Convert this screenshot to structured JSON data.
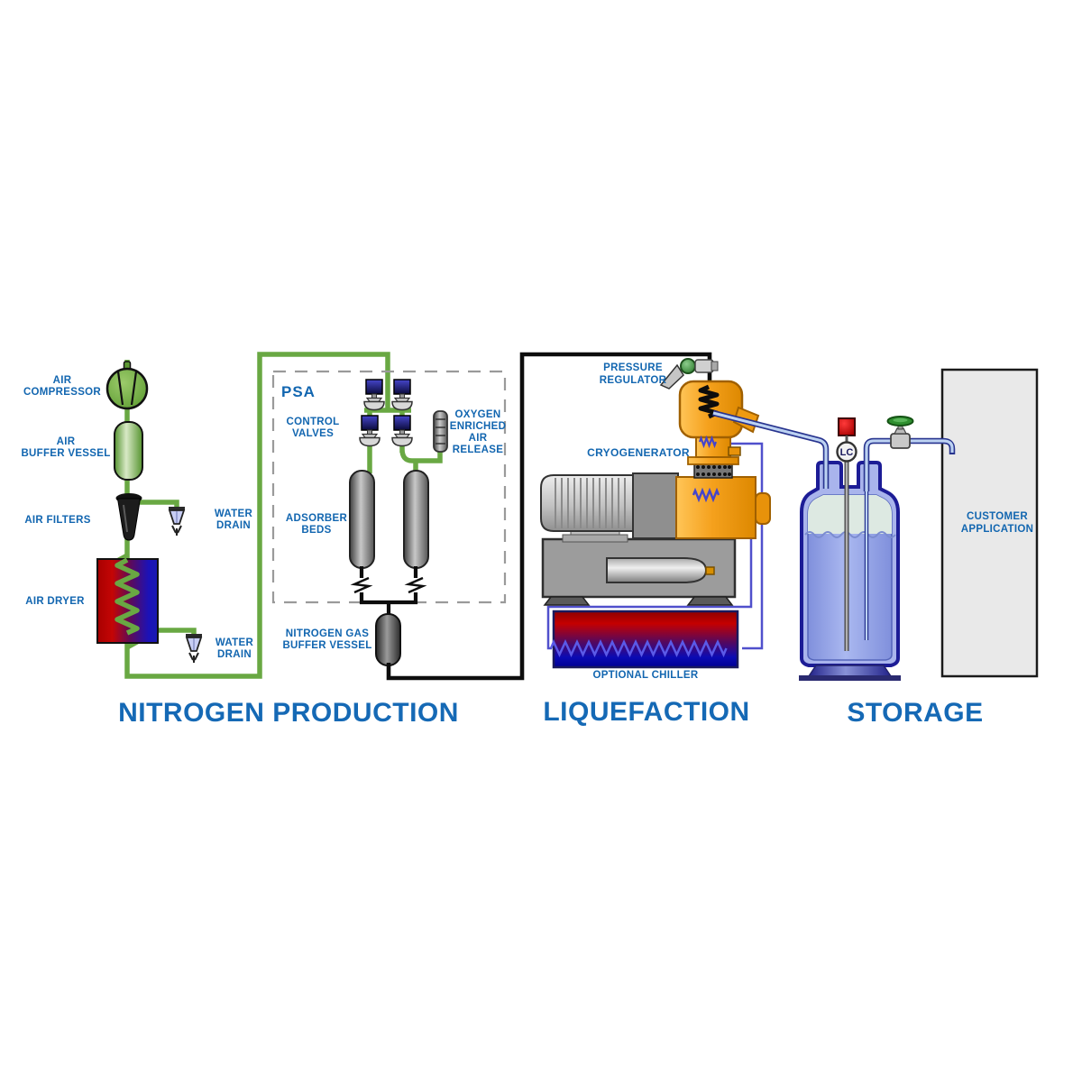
{
  "diagram_title": "Nitrogen production, liquefaction and storage process flow",
  "sections": {
    "nitrogen_production": "NITROGEN PRODUCTION",
    "liquefaction": "LIQUEFACTION",
    "storage": "STORAGE"
  },
  "labels": {
    "air_compressor": [
      "AIR",
      "COMPRESSOR"
    ],
    "air_buffer_vessel": [
      "AIR",
      "BUFFER VESSEL"
    ],
    "air_filters": [
      "AIR FILTERS"
    ],
    "water_drain_1": [
      "WATER",
      "DRAIN"
    ],
    "air_dryer": [
      "AIR DRYER"
    ],
    "water_drain_2": [
      "WATER",
      "DRAIN"
    ],
    "psa": [
      "PSA"
    ],
    "control_valves": [
      "CONTROL",
      "VALVES"
    ],
    "oxygen_release": [
      "OXYGEN",
      "ENRICHED",
      "AIR",
      "RELEASE"
    ],
    "adsorber_beds": [
      "ADSORBER",
      "BEDS"
    ],
    "nitrogen_buffer": [
      "NITROGEN GAS",
      "BUFFER VESSEL"
    ],
    "pressure_regulator": [
      "PRESSURE",
      "REGULATOR"
    ],
    "cryogenerator": [
      "CRYOGENERATOR"
    ],
    "optional_chiller": [
      "OPTIONAL CHILLER"
    ],
    "customer_application": [
      "CUSTOMER",
      "APPLICATION"
    ],
    "level_controller": "LC"
  },
  "colors": {
    "label_blue": "#1266b0",
    "header_blue": "#1569b5",
    "pipe_green": "#69a843",
    "pipe_black": "#0d0d0d",
    "coolant_blue": "#5050cc",
    "transfer_pipe_fill": "#bcd2f2",
    "transfer_pipe_edge": "#28348f",
    "cryogenerator_orange": "#f5a11d",
    "hot_red": "#c00000",
    "cold_blue": "#0b0bb4",
    "tank_outline_navy": "#1c1c96",
    "tank_liquid": "#98a8e6",
    "tank_gas_space": "#dde9e2",
    "valve_actuator_navy": "#14144e",
    "level_indicator_red": "#cf0000",
    "valve_handle_green": "#2f8f2f"
  }
}
